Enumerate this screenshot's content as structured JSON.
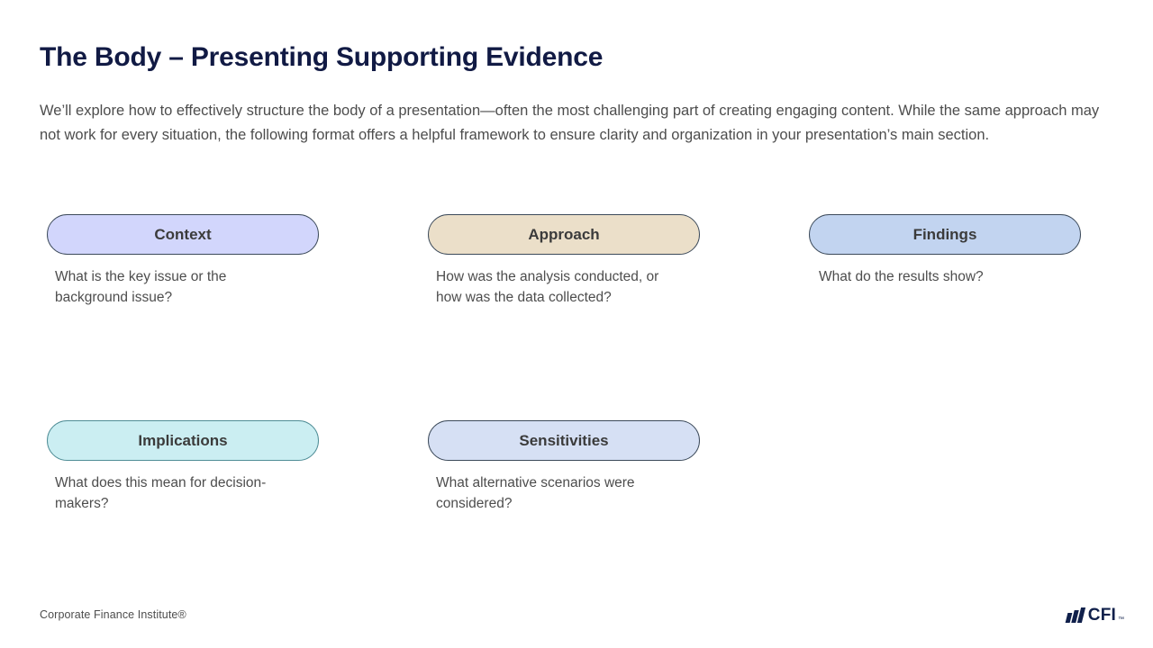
{
  "slide": {
    "title": "The Body – Presenting Supporting Evidence",
    "intro": "We’ll explore how to effectively structure the body of a presentation—often the most challenging part of creating engaging content. While the same approach may not work for every situation, the following format offers a helpful framework to ensure clarity and organization in your presentation’s main section.",
    "items": [
      {
        "label": "Context",
        "caption": "What is the key issue or the background issue?",
        "fill": "#d2d6fc",
        "border": "#3c4a5a"
      },
      {
        "label": "Approach",
        "caption": "How was the analysis conducted, or how was the data collected?",
        "fill": "#ebdfc9",
        "border": "#3c4a5a"
      },
      {
        "label": "Findings",
        "caption": "What do the results show?",
        "fill": "#c2d4f0",
        "border": "#3c4a5a"
      },
      {
        "label": "Implications",
        "caption": "What does this mean for decision-makers?",
        "fill": "#cbeef2",
        "border": "#4f8d96"
      },
      {
        "label": "Sensitivities",
        "caption": "What alternative scenarios were considered?",
        "fill": "#d6e0f4",
        "border": "#3c4a5a"
      }
    ]
  },
  "footer": {
    "attribution": "Corporate Finance Institute®",
    "logo_word": "CFI",
    "logo_tm": "™",
    "logo_icon": "cfi-bars-icon",
    "brand_color": "#10204b"
  },
  "theme": {
    "title_color": "#111a44",
    "body_text_color": "#4d4d4d",
    "pill_text_color": "#3b3b3b",
    "background": "#ffffff"
  }
}
